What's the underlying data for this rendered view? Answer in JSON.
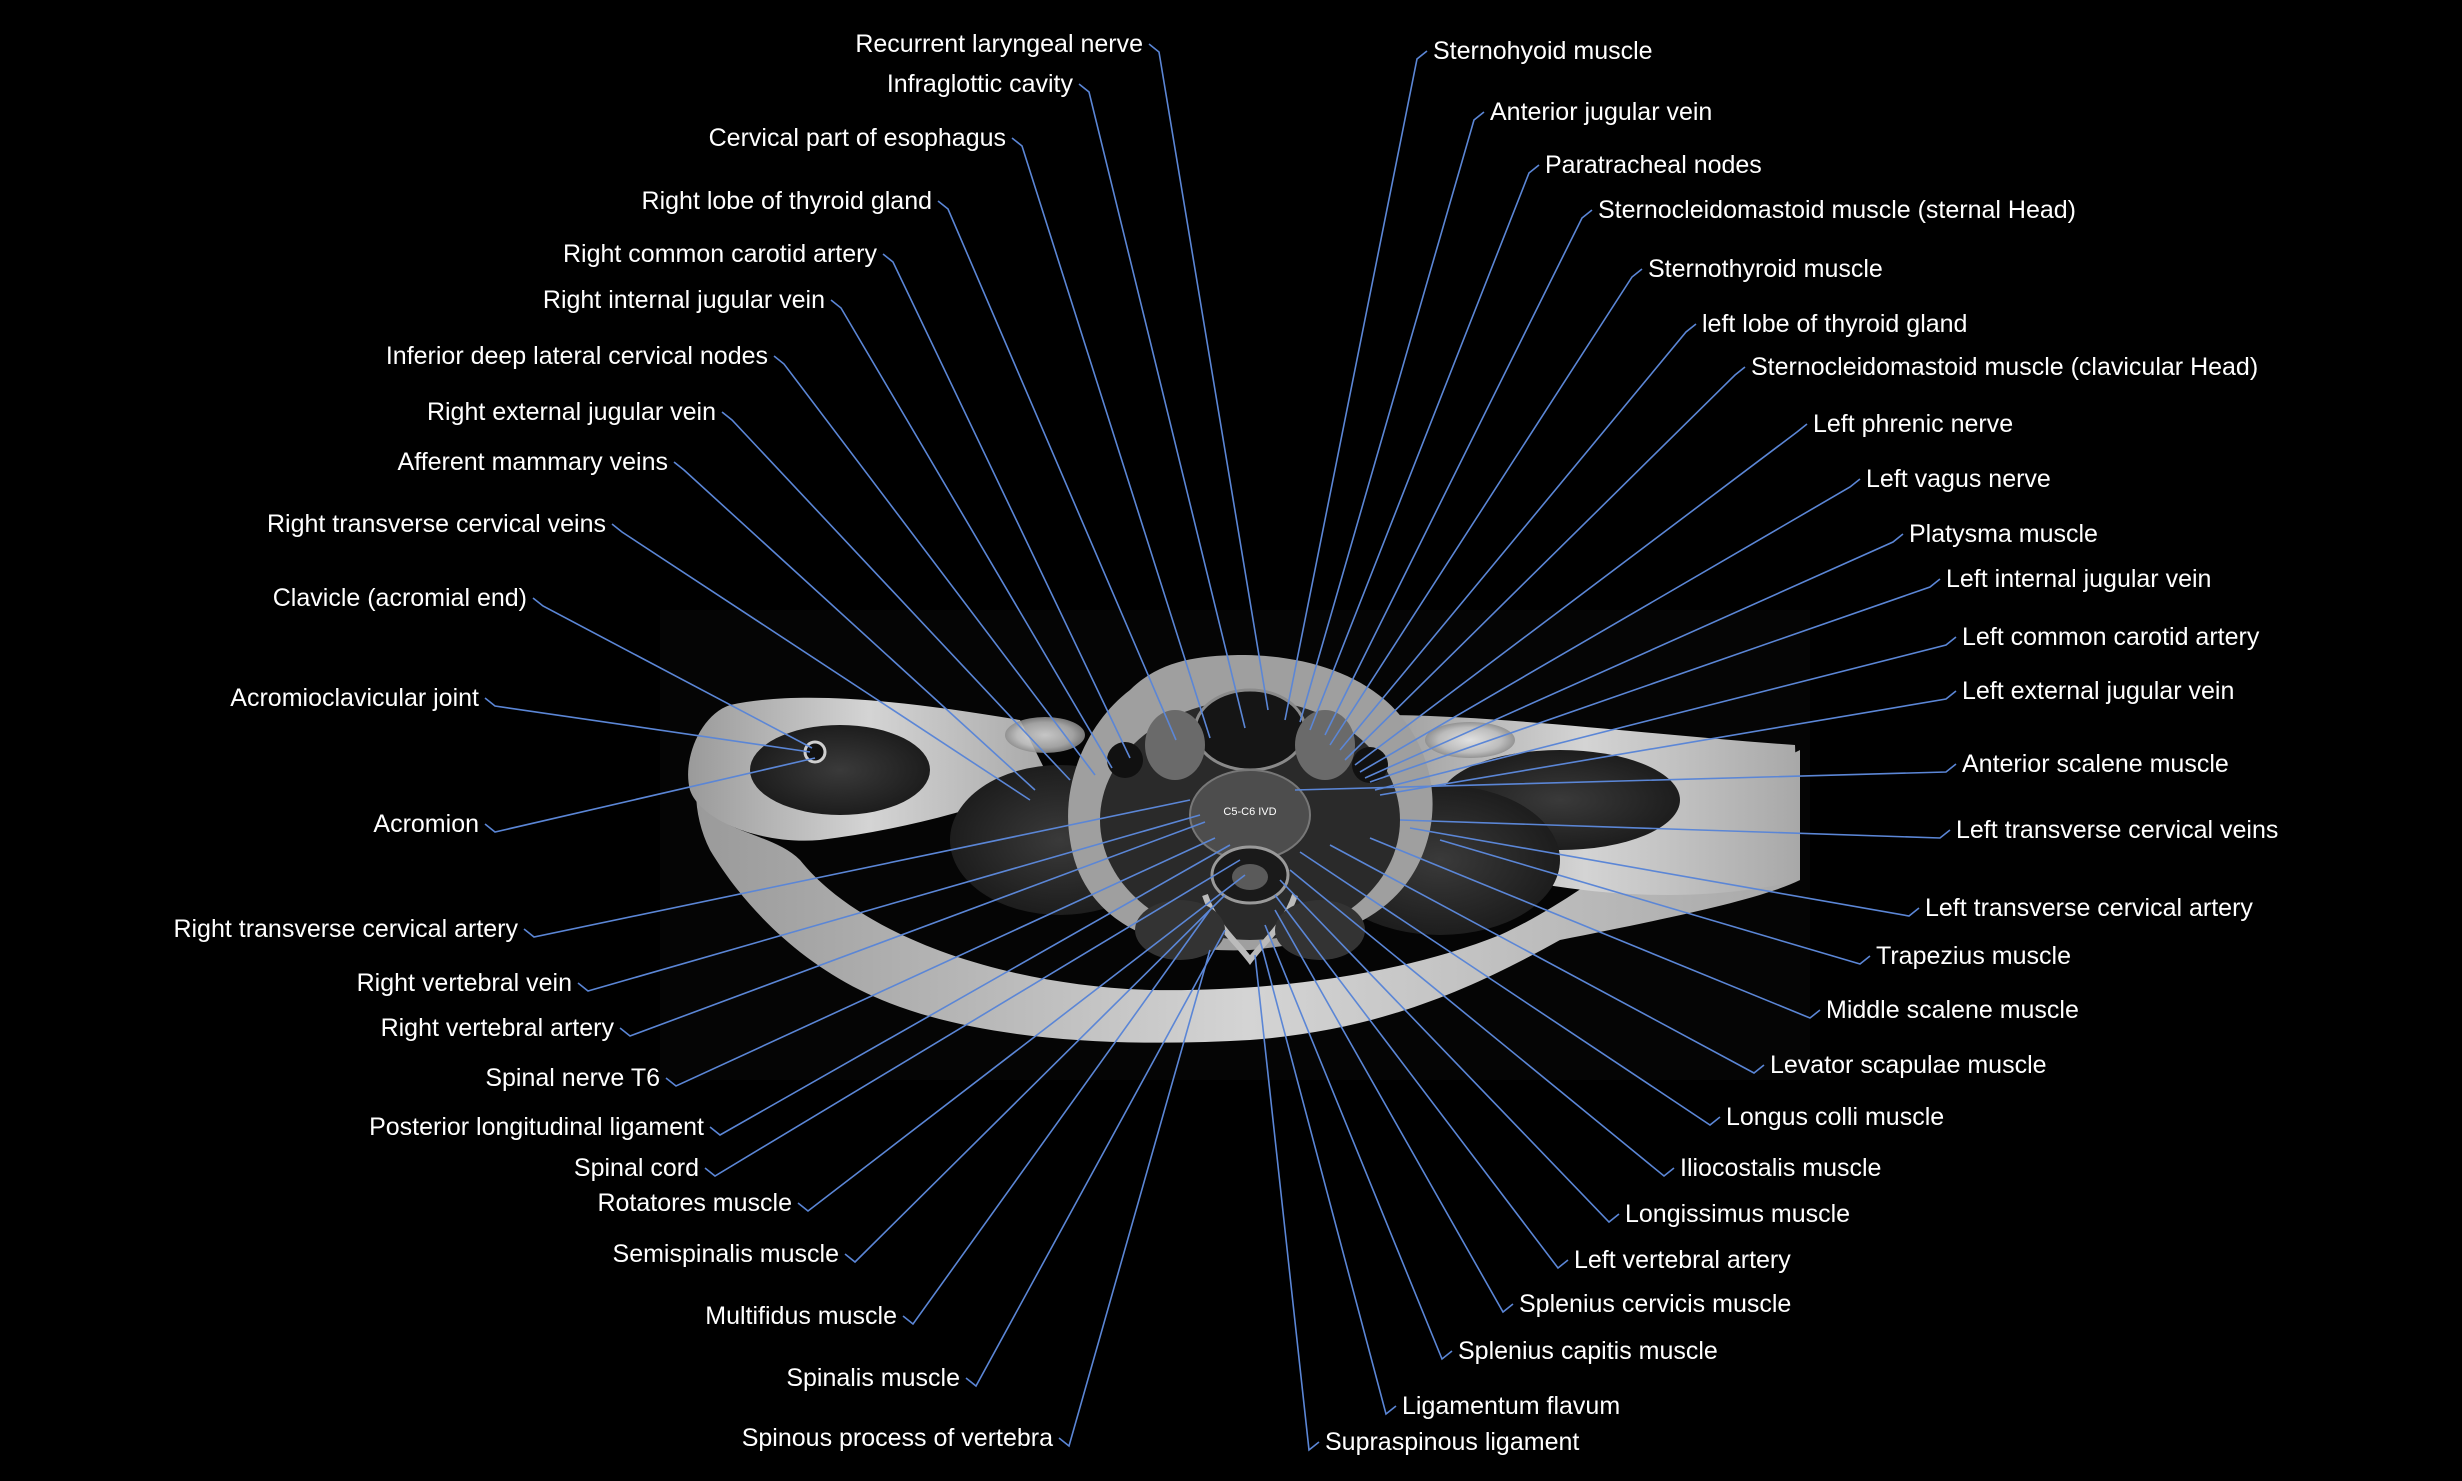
{
  "image": {
    "subject": "Axial MRI of the neck at C5-C6 intervertebral disc level",
    "center_label": "C5-C6 IVD",
    "colors": {
      "background": "#000000",
      "label_text": "#ffffff",
      "leader_line": "#5b86d6"
    }
  },
  "labels_left": [
    "Recurrent laryngeal nerve",
    "Infraglottic cavity",
    "Cervical part of esophagus",
    "Right lobe of thyroid gland",
    "Right common carotid artery",
    "Right internal jugular vein",
    "Inferior deep lateral cervical nodes",
    "Right external jugular vein",
    "Afferent mammary veins",
    "Right transverse cervical veins",
    "Clavicle (acromial end)",
    "Acromioclavicular joint",
    "Acromion",
    "Right transverse cervical artery",
    "Right vertebral vein",
    "Right vertebral artery",
    "Spinal nerve T6",
    "Posterior longitudinal ligament",
    "Spinal cord",
    "Rotatores muscle",
    "Semispinalis muscle",
    "Multifidus muscle",
    "Spinalis muscle",
    "Spinous process of vertebra"
  ],
  "labels_right": [
    "Sternohyoid muscle",
    "Anterior jugular vein",
    "Paratracheal nodes",
    "Sternocleidomastoid muscle (sternal Head)",
    "Sternothyroid muscle",
    "left lobe of thyroid gland",
    "Sternocleidomastoid muscle (clavicular Head)",
    "Left phrenic nerve",
    "Left vagus nerve",
    "Platysma muscle",
    "Left internal jugular vein",
    "Left common carotid artery",
    "Left external jugular vein",
    "Anterior scalene muscle",
    "Left transverse cervical veins",
    "Left transverse cervical artery",
    "Trapezius muscle",
    "Middle scalene muscle",
    "Levator scapulae muscle",
    "Longus colli muscle",
    "Iliocostalis muscle",
    "Longissimus muscle",
    "Left vertebral artery",
    "Splenius cervicis muscle",
    "Splenius capitis muscle",
    "Ligamentum flavum",
    "Supraspinous ligament"
  ]
}
